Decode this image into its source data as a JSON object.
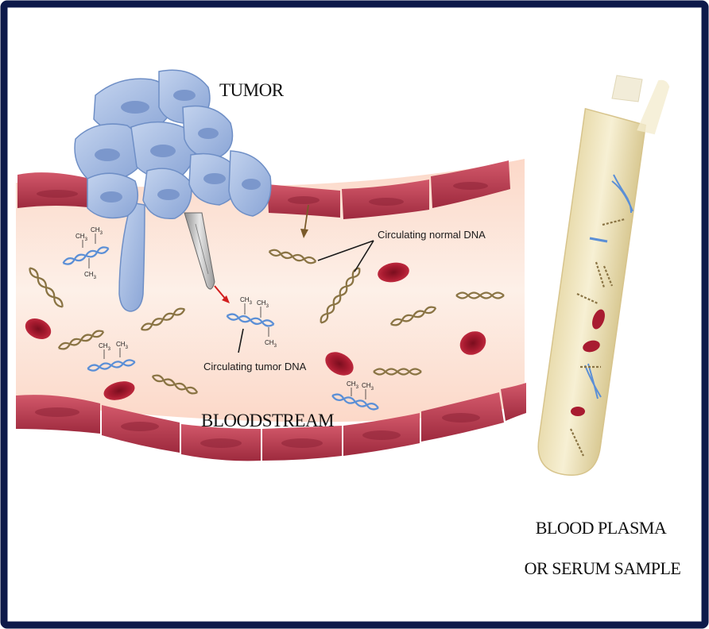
{
  "labels": {
    "tumor": "TUMOR",
    "bloodstream": "BLOODSTREAM",
    "normal_dna": "Circulating normal DNA",
    "tumor_dna": "Circulating tumor DNA",
    "sample_line1": "BLOOD PLASMA",
    "sample_line2": "OR SERUM SAMPLE",
    "methyl": "CH3"
  },
  "colors": {
    "frame": "#0d1a4a",
    "vessel_wall": "#b4364a",
    "plasma": "#fbe3d8",
    "tumor_cell": "#9bb3dc",
    "tumor_dna": "#5b8fd6",
    "normal_dna": "#8a7444",
    "red_cell": "#a3182c",
    "tube_fill": "#efe3b4"
  },
  "icons": {
    "tumor": "tumor-cluster-icon",
    "needle": "needle-icon",
    "test_tube": "test-tube-icon",
    "dna": "dna-helix-icon",
    "red_cell": "red-blood-cell-icon"
  }
}
